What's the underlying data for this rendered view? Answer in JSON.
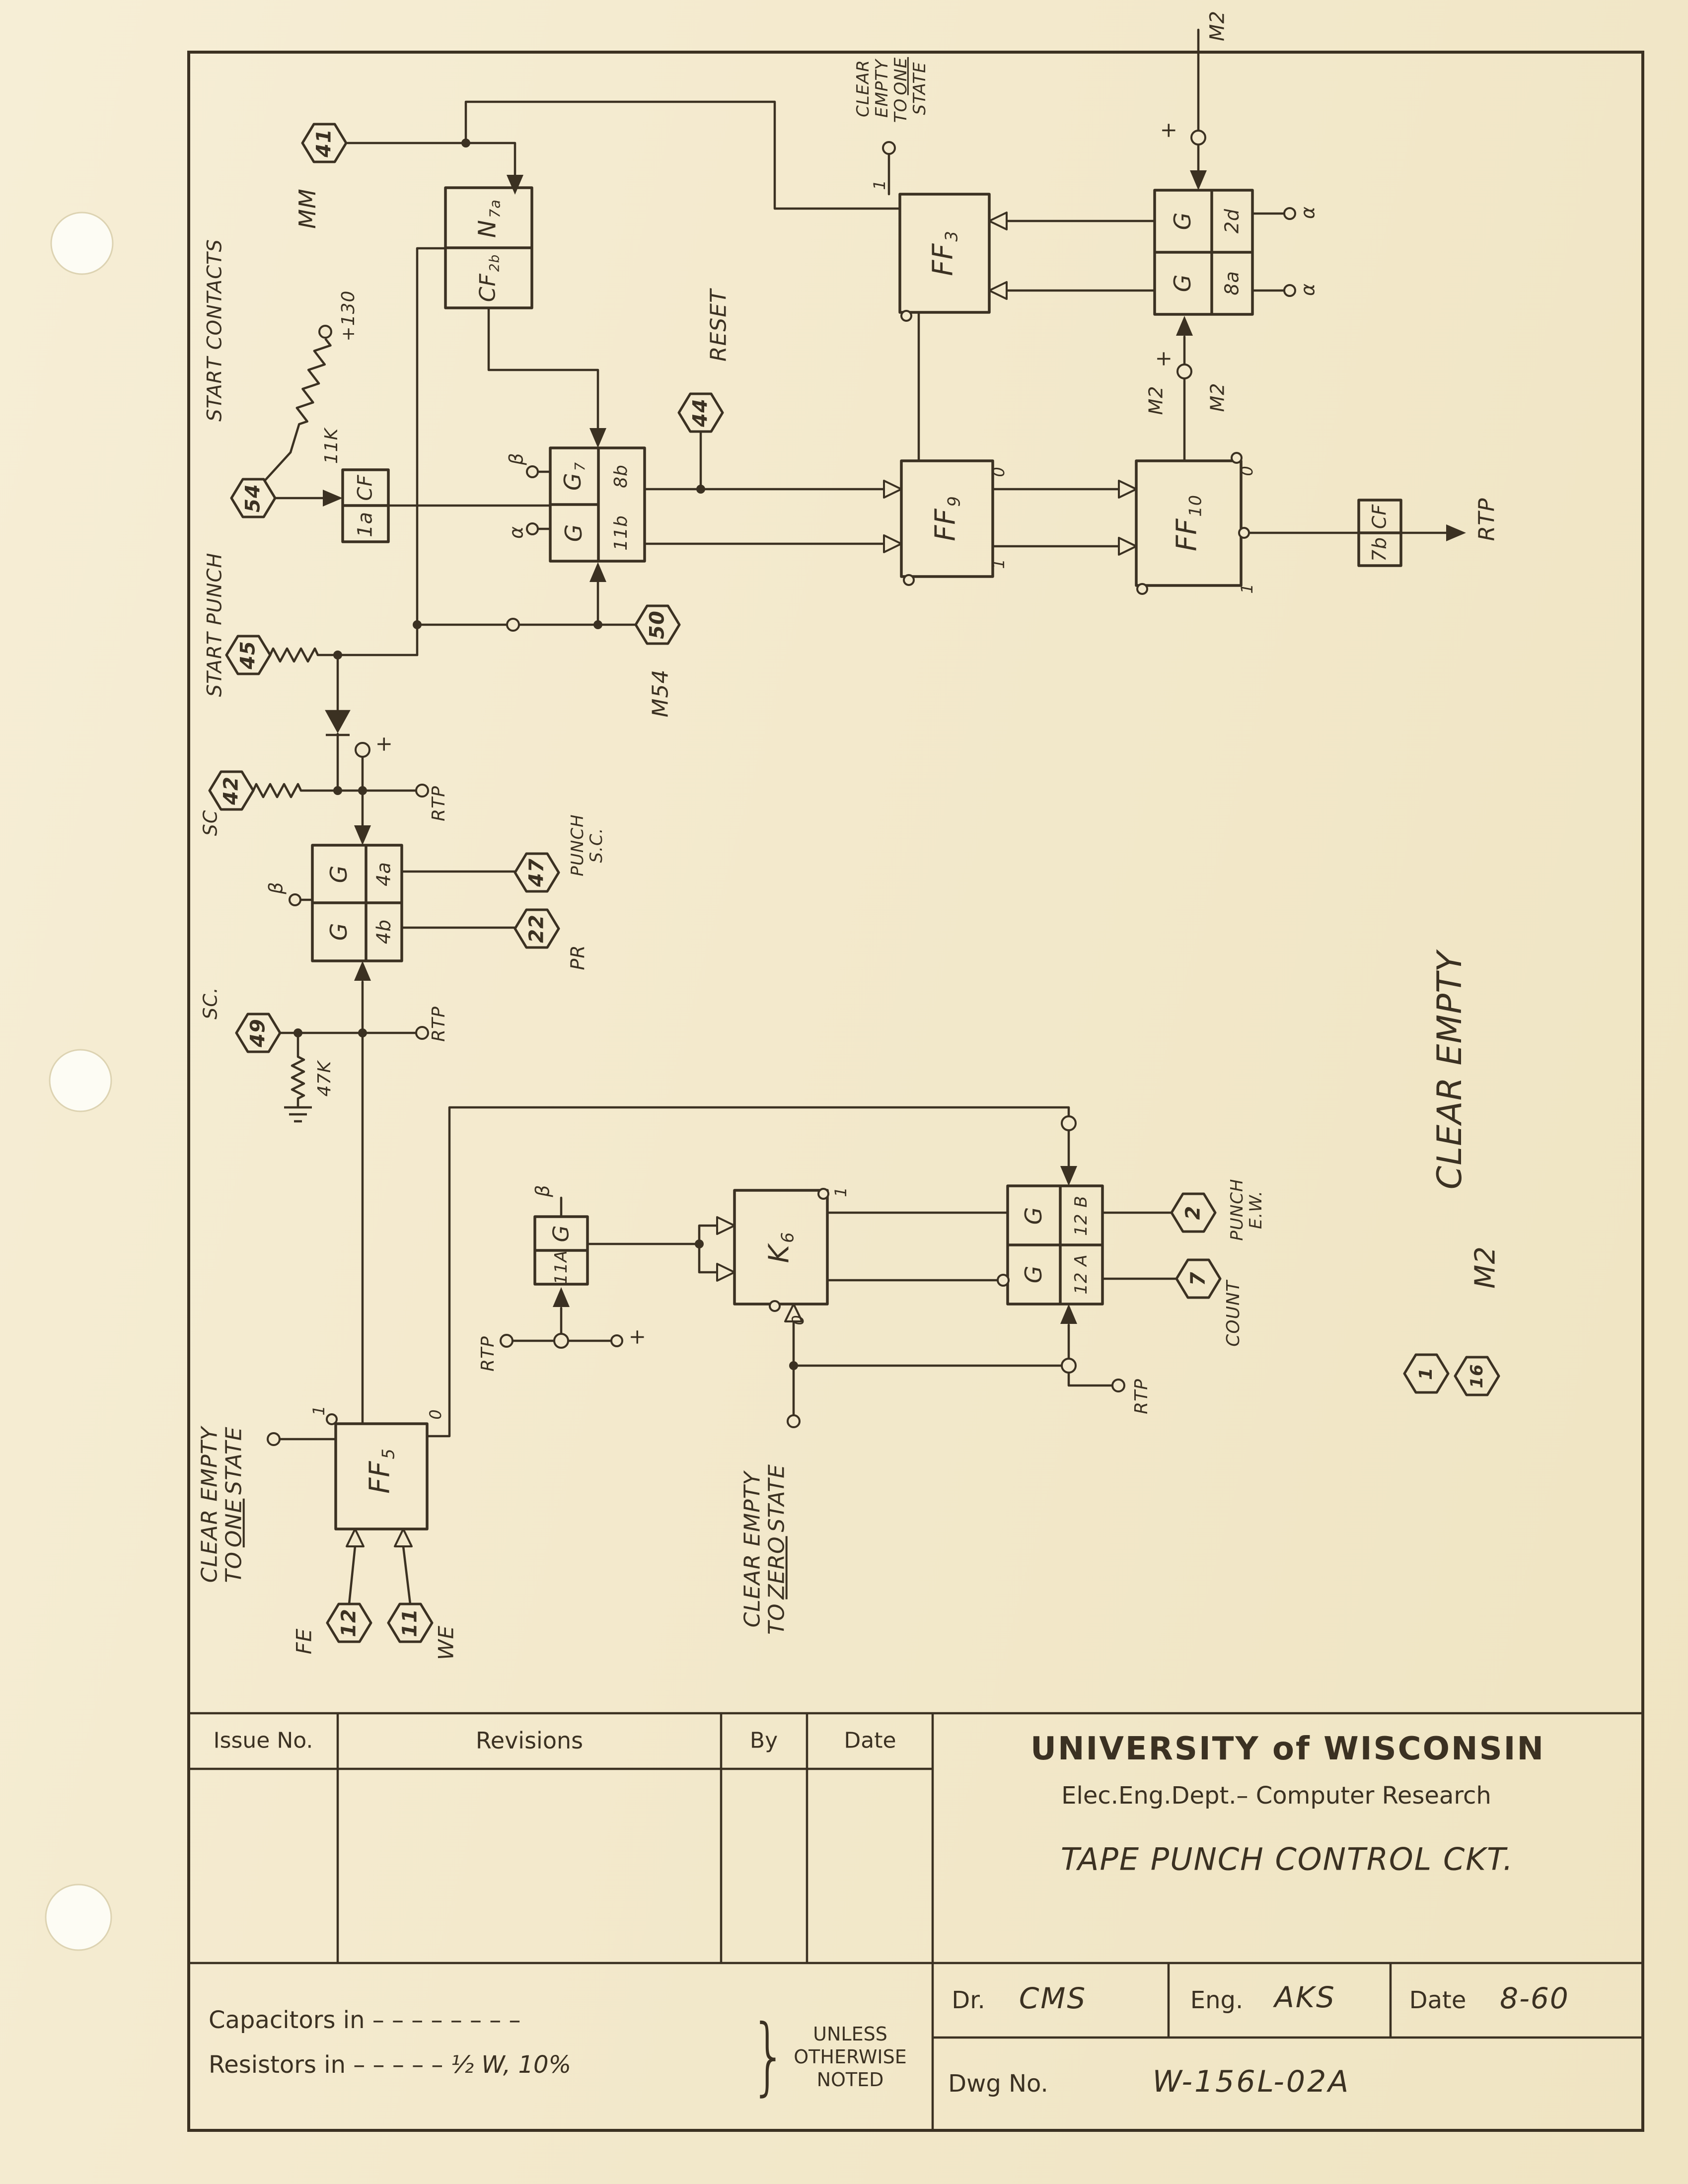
{
  "meta": {
    "paper": "#f3e9cc",
    "ink": "#3b3122"
  },
  "schematic": {
    "hexagons": {
      "h41": "41",
      "h54": "54",
      "h44": "44",
      "h50": "50",
      "h45": "45",
      "h42": "42",
      "h47": "47",
      "h22": "22",
      "h49": "49",
      "h2": "2",
      "h7": "7",
      "h1": "1",
      "h16": "16",
      "h12": "12",
      "h11": "11"
    },
    "boxes": {
      "n7a_main": "N",
      "n7a_sub": "7a",
      "cf2b_main": "CF",
      "cf2b_sub": "2b",
      "cf1a_top": "CF",
      "cf1a_bot": "1a",
      "g8b_g_main": "G",
      "g8b_g_sub": "7",
      "g8b_id_top": "8b",
      "g8b_g2": "G",
      "g8b_id_bot": "11b",
      "ff3_main": "FF",
      "ff3_sub": "3",
      "g2d_g": "G",
      "g2d_id": "2d",
      "g8a_g": "G",
      "g8a_id": "8a",
      "ff9_main": "FF",
      "ff9_sub": "9",
      "ff10_main": "FF",
      "ff10_sub": "10",
      "cf7b_top": "CF",
      "cf7b_bot": "7b",
      "g4a_g": "G",
      "g4a_id": "4a",
      "g4b_g": "G",
      "g4b_id": "4b",
      "g11a_g": "G",
      "g11a_id": "11A",
      "k6_main": "K",
      "k6_sub": "6",
      "g12b_g": "G",
      "g12b_id": "12 B",
      "g12a_g": "G",
      "g12a_id": "12 A",
      "ff5_main": "FF",
      "ff5_sub": "5"
    },
    "labels": {
      "mm": "MM",
      "start_contacts": "START CONTACTS",
      "start_punch": "START PUNCH",
      "r11k": "11K",
      "p130": "+130",
      "reset": "RESET",
      "m54": "M54",
      "m2": "M2",
      "alpha": "α",
      "beta": "β",
      "sc": "SC",
      "sc_dot": "SC.",
      "rtp": "RTP",
      "punch": "PUNCH",
      "punch_sc": "S.C.",
      "punch_ew": "E.W.",
      "pr": "PR",
      "count": "COUNT",
      "r47k": "47K",
      "clear": "CLEAR",
      "empty": "EMPTY",
      "clear_empty": "CLEAR EMPTY",
      "to": "TO",
      "one": "ONE",
      "zero": "ZERO",
      "state": "STATE",
      "fe": "FE",
      "we": "WE",
      "plus": "+",
      "d0": "0",
      "d1": "1"
    }
  },
  "titleblock": {
    "issue_no": "Issue No.",
    "revisions": "Revisions",
    "by": "By",
    "date_hdr": "Date",
    "university": "UNIVERSITY of WISCONSIN",
    "dept": "Elec.Eng.Dept.– Computer Research",
    "title": "TAPE PUNCH CONTROL CKT.",
    "dr_label": "Dr.",
    "dr_value": "CMS",
    "eng_label": "Eng.",
    "eng_value": "AKS",
    "date_label": "Date",
    "date_value": "8-60",
    "dwg_label": "Dwg No.",
    "dwg_value": "W-156L-02A",
    "cap_label": "Capacitors in",
    "cap_dashes": "– – – – – – – –",
    "res_label": "Resistors in",
    "res_dashes": "– – – – –",
    "res_spec": "½ W, 10%",
    "brace": "}",
    "unless": "UNLESS",
    "otherwise": "OTHERWISE",
    "noted": "NOTED"
  }
}
